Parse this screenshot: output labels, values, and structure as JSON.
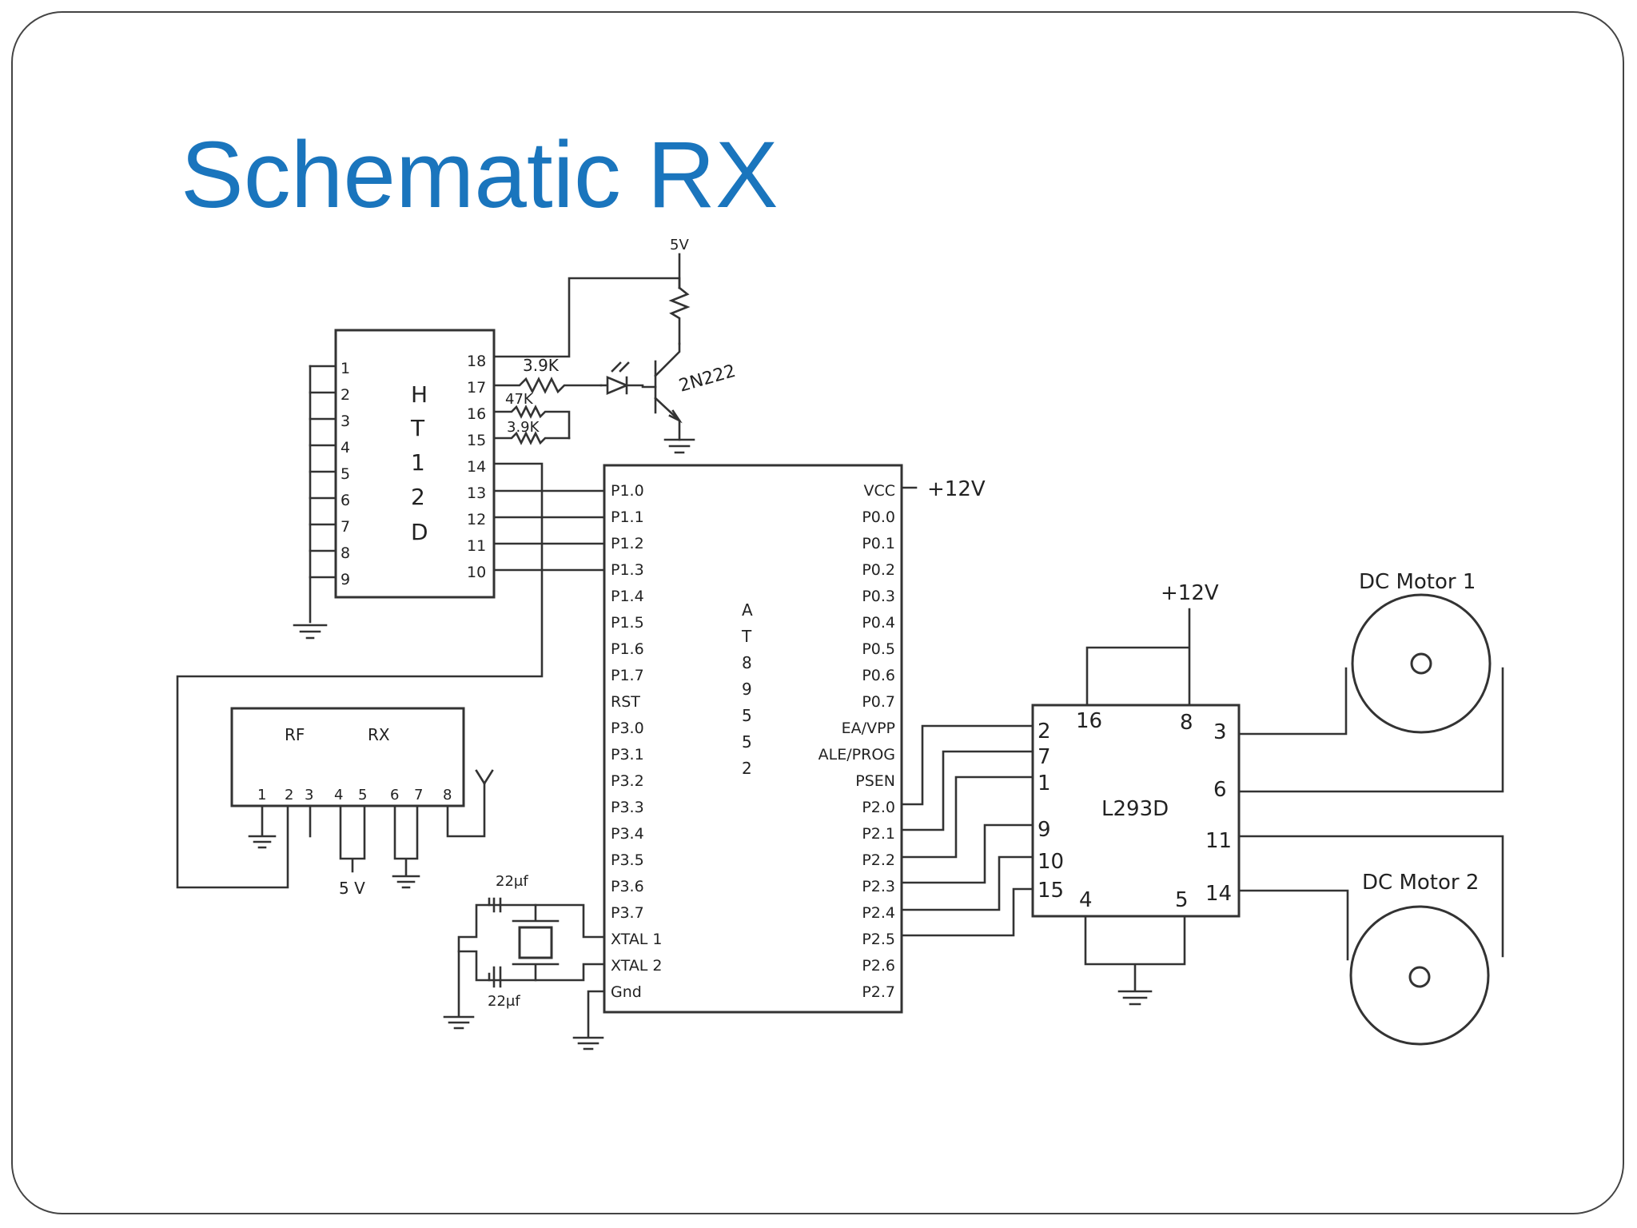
{
  "slide": {
    "title": "Schematic RX"
  },
  "ht12d": {
    "letters": [
      "H",
      "T",
      "1",
      "2",
      "D"
    ],
    "left_pins": [
      "1",
      "2",
      "3",
      "4",
      "5",
      "6",
      "7",
      "8",
      "9"
    ],
    "right_pins": [
      "18",
      "17",
      "16",
      "15",
      "14",
      "13",
      "12",
      "11",
      "10"
    ],
    "r1": "3.9K",
    "r2": "47K",
    "r3": "3.9K",
    "transistor": "2N222",
    "supply": "5V"
  },
  "rf_rx": {
    "label_left": "RF",
    "label_right": "RX",
    "pins": [
      "1",
      "2",
      "3",
      "4",
      "5",
      "6",
      "7",
      "8"
    ],
    "supply": "5 V"
  },
  "mcu": {
    "name_letters": [
      "A",
      "T",
      "8",
      "9",
      "5",
      "5",
      "2"
    ],
    "left_pins": [
      "P1.0",
      "P1.1",
      "P1.2",
      "P1.3",
      "P1.4",
      "P1.5",
      "P1.6",
      "P1.7",
      "RST",
      "P3.0",
      "P3.1",
      "P3.2",
      "P3.3",
      "P3.4",
      "P3.5",
      "P3.6",
      "P3.7",
      "XTAL 1",
      "XTAL 2",
      "Gnd"
    ],
    "right_pins": [
      "VCC",
      "P0.0",
      "P0.1",
      "P0.2",
      "P0.3",
      "P0.4",
      "P0.5",
      "P0.6",
      "P0.7",
      "EA/VPP",
      "ALE/PROG",
      "PSEN",
      "P2.0",
      "P2.1",
      "P2.2",
      "P2.3",
      "P2.4",
      "P2.5",
      "P2.6",
      "P2.7"
    ],
    "vcc_supply": "+12V",
    "cap1": "22μf",
    "cap2": "22μf"
  },
  "l293d": {
    "name": "L293D",
    "supply": "+12V",
    "top_pins": [
      "16",
      "8"
    ],
    "left_pins": [
      "2",
      "7",
      "1",
      "9",
      "10",
      "15"
    ],
    "right_pins": [
      "3",
      "6",
      "11",
      "14"
    ],
    "bottom_pins": [
      "4",
      "5"
    ]
  },
  "motors": {
    "motor1": "DC Motor 1",
    "motor2": "DC Motor 2"
  }
}
